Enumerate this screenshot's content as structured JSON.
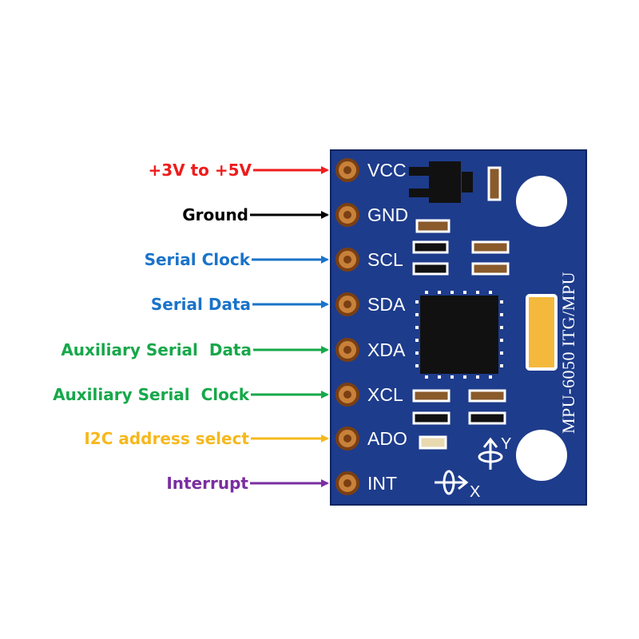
{
  "board": {
    "title": "MPU-6050 ITG/MPU",
    "axis_x": "X",
    "axis_y": "Y",
    "colors": {
      "pcb": "#1e3c8c",
      "pad": "#c8813a",
      "chip": "#111111",
      "crystal": "#f4b93c"
    }
  },
  "pins": [
    {
      "pin": "VCC",
      "label": "+3V to +5V",
      "color": "#ee1c1c"
    },
    {
      "pin": "GND",
      "label": "Ground",
      "color": "#000000"
    },
    {
      "pin": "SCL",
      "label": "Serial Clock",
      "color": "#1a73c9"
    },
    {
      "pin": "SDA",
      "label": "Serial Data",
      "color": "#1a73c9"
    },
    {
      "pin": "XDA",
      "label": "Auxiliary Serial  Data",
      "color": "#16a84a"
    },
    {
      "pin": "XCL",
      "label": "Auxiliary Serial  Clock",
      "color": "#16a84a"
    },
    {
      "pin": "ADO",
      "label": "I2C address select",
      "color": "#f6b81c"
    },
    {
      "pin": "INT",
      "label": "Interrupt",
      "color": "#7a2ea0"
    }
  ]
}
